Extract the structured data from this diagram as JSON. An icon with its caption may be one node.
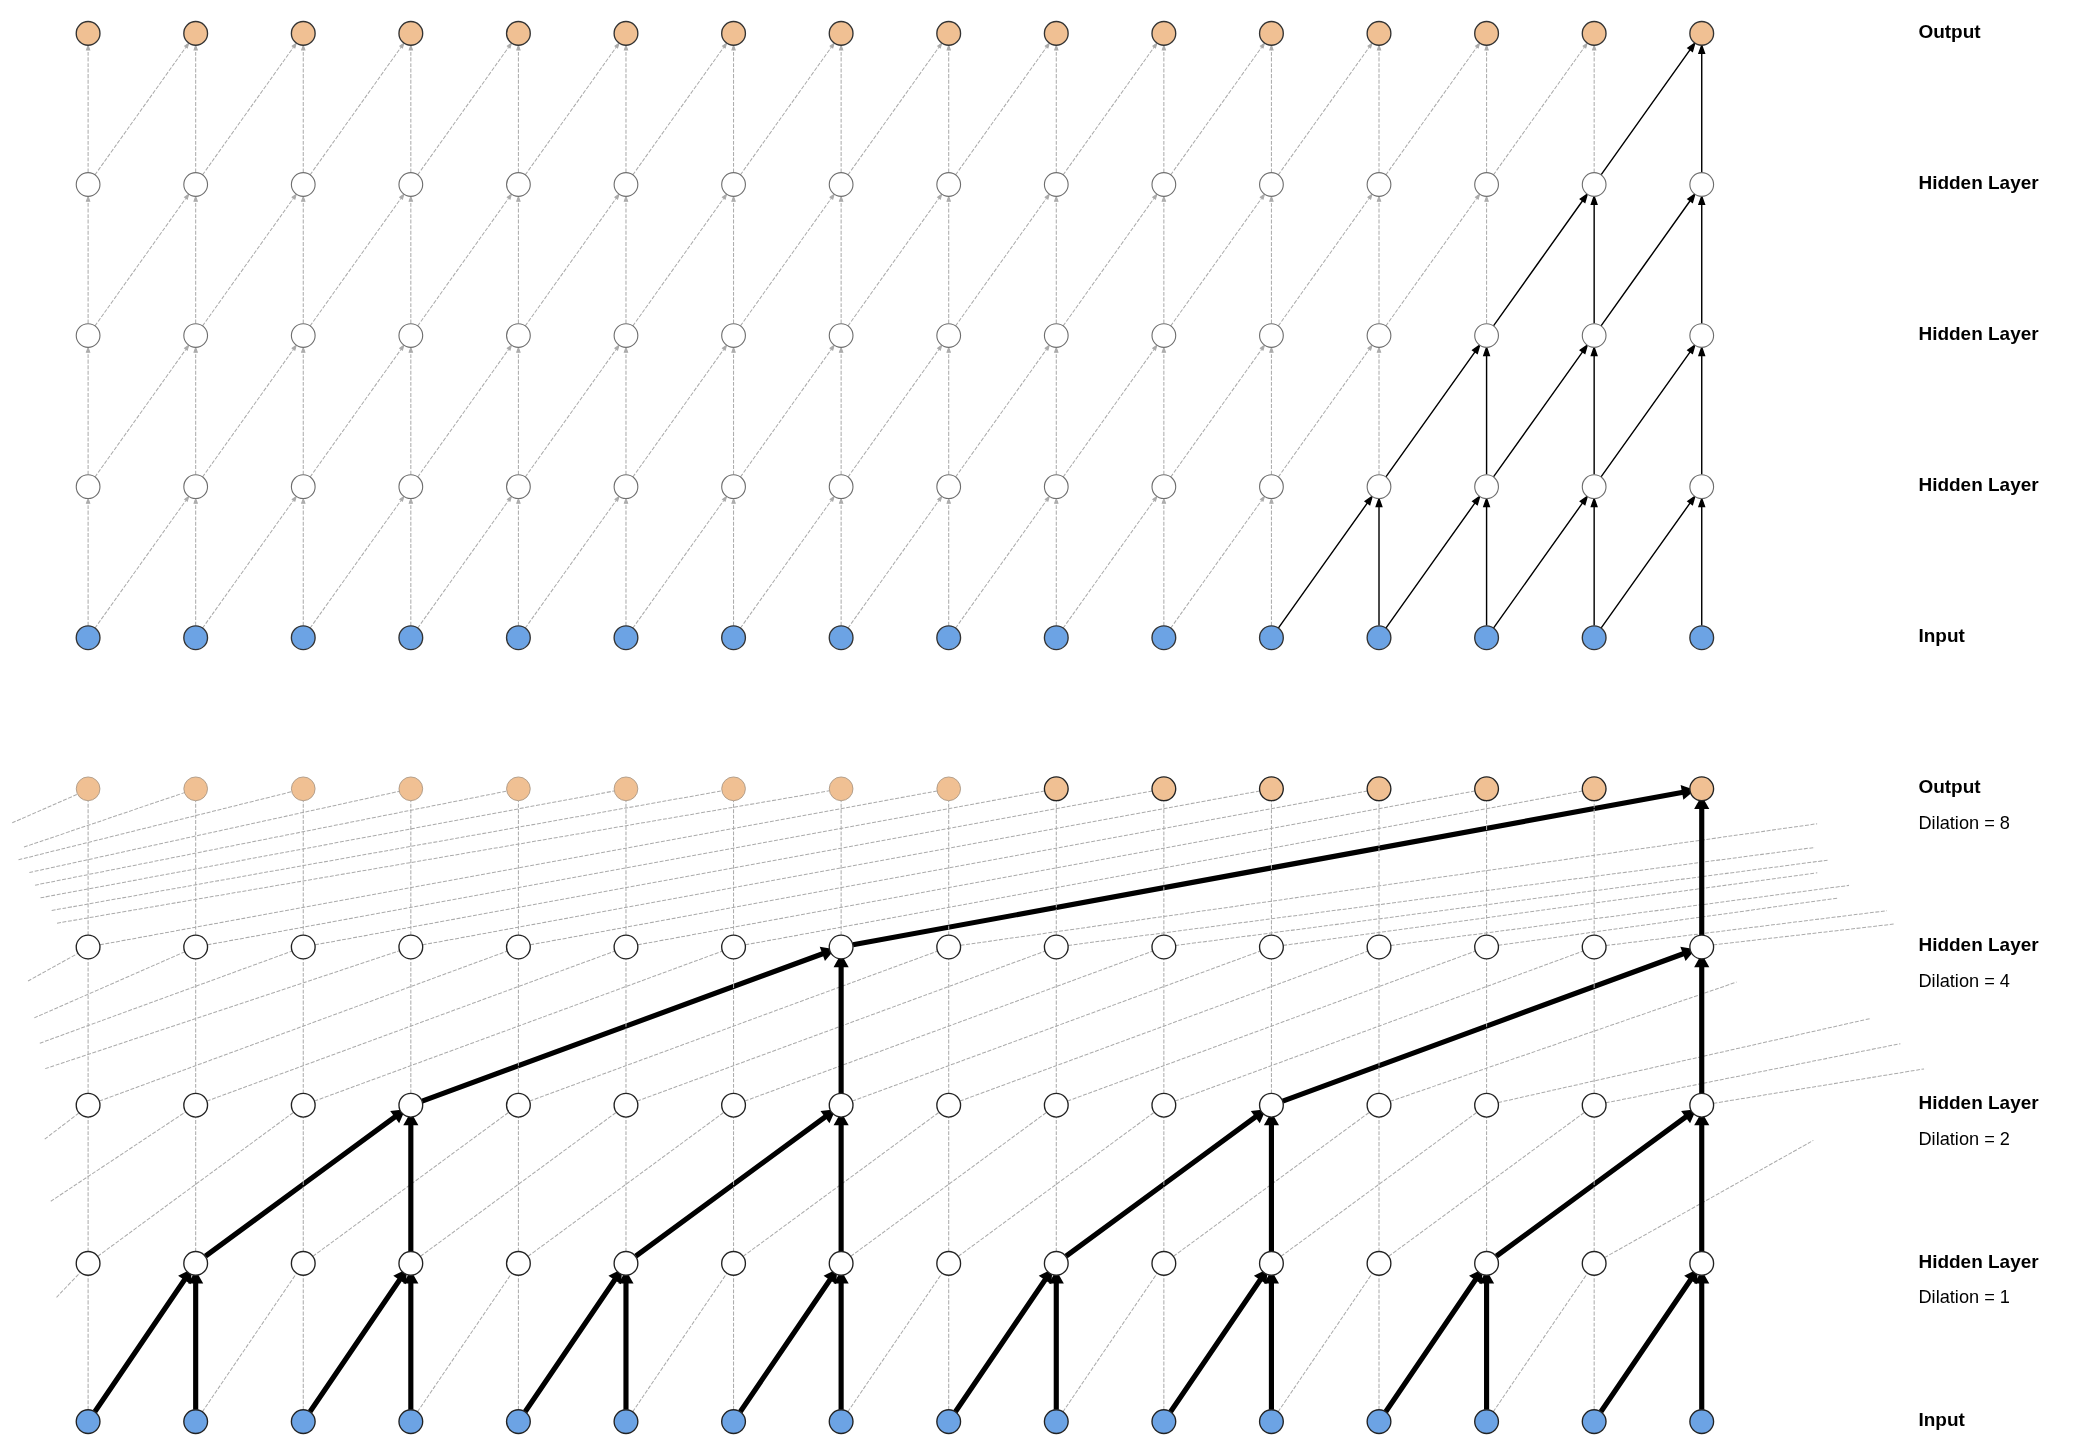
{
  "diagram": {
    "nodes": [
      {
        "text": [],
        "shape": "circle"
      },
      {
        "text": [],
        "shape": "circle"
      },
      {
        "text": [],
        "shape": "circle"
      },
      {
        "text": [],
        "shape": "circle"
      },
      {
        "text": [],
        "shape": "circle"
      },
      {
        "text": [],
        "shape": "circle"
      },
      {
        "text": [],
        "shape": "circle"
      },
      {
        "text": [],
        "shape": "circle"
      },
      {
        "text": [],
        "shape": "circle"
      },
      {
        "text": [],
        "shape": "circle"
      },
      {
        "text": [],
        "shape": "circle"
      },
      {
        "text": [],
        "shape": "circle"
      },
      {
        "text": [],
        "shape": "circle"
      },
      {
        "text": [],
        "shape": "circle"
      },
      {
        "text": [],
        "shape": "circle"
      },
      {
        "text": [],
        "shape": "circle"
      },
      {
        "text": [],
        "shape": "circle"
      },
      {
        "text": [],
        "shape": "circle"
      },
      {
        "text": [],
        "shape": "circle"
      },
      {
        "text": [],
        "shape": "circle"
      },
      {
        "text": [],
        "shape": "circle"
      },
      {
        "text": [],
        "shape": "circle"
      },
      {
        "text": [],
        "shape": "circle"
      },
      {
        "text": [],
        "shape": "circle"
      },
      {
        "text": [],
        "shape": "circle"
      },
      {
        "text": [],
        "shape": "circle"
      },
      {
        "text": [],
        "shape": "circle"
      },
      {
        "text": [],
        "shape": "circle"
      },
      {
        "text": [],
        "shape": "circle"
      },
      {
        "text": [],
        "shape": "circle"
      },
      {
        "text": [],
        "shape": "circle"
      },
      {
        "text": [],
        "shape": "circle"
      },
      {
        "text": [],
        "shape": "circle"
      },
      {
        "text": [],
        "shape": "circle"
      },
      {
        "text": [],
        "shape": "circle"
      },
      {
        "text": [],
        "shape": "circle"
      },
      {
        "text": [],
        "shape": "circle"
      },
      {
        "text": [],
        "shape": "circle"
      },
      {
        "text": [],
        "shape": "circle"
      },
      {
        "text": [],
        "shape": "circle"
      },
      {
        "text": [],
        "shape": "circle"
      },
      {
        "text": [],
        "shape": "circle"
      },
      {
        "text": [],
        "shape": "circle"
      },
      {
        "text": [],
        "shape": "circle"
      },
      {
        "text": [],
        "shape": "circle"
      },
      {
        "text": [],
        "shape": "circle"
      },
      {
        "text": [],
        "shape": "circle"
      },
      {
        "text": [],
        "shape": "circle"
      },
      {
        "text": [],
        "shape": "circle"
      },
      {
        "text": [],
        "shape": "circle"
      },
      {
        "text": [],
        "shape": "circle"
      },
      {
        "text": [],
        "shape": "circle"
      },
      {
        "text": [],
        "shape": "circle"
      },
      {
        "text": [],
        "shape": "circle"
      },
      {
        "text": [],
        "shape": "circle"
      },
      {
        "text": [],
        "shape": "circle"
      },
      {
        "text": [],
        "shape": "circle"
      },
      {
        "text": [],
        "shape": "circle"
      },
      {
        "text": [],
        "shape": "circle"
      },
      {
        "text": [],
        "shape": "circle"
      },
      {
        "text": [],
        "shape": "circle"
      },
      {
        "text": [],
        "shape": "circle"
      },
      {
        "text": [],
        "shape": "circle"
      },
      {
        "text": [],
        "shape": "circle"
      },
      {
        "text": [],
        "shape": "circle"
      },
      {
        "text": [],
        "shape": "circle"
      },
      {
        "text": [],
        "shape": "circle"
      },
      {
        "text": [],
        "shape": "circle"
      },
      {
        "text": [],
        "shape": "circle"
      },
      {
        "text": [],
        "shape": "circle"
      },
      {
        "text": [],
        "shape": "circle"
      },
      {
        "text": [],
        "shape": "circle"
      },
      {
        "text": [],
        "shape": "circle"
      },
      {
        "text": [],
        "shape": "circle"
      },
      {
        "text": [],
        "shape": "circle"
      },
      {
        "text": [],
        "shape": "circle"
      },
      {
        "text": [],
        "shape": "circle"
      },
      {
        "text": [],
        "shape": "circle"
      },
      {
        "text": [],
        "shape": "circle"
      },
      {
        "text": [],
        "shape": "circle"
      },
      {
        "text": [],
        "shape": "circle"
      },
      {
        "text": [],
        "shape": "circle"
      },
      {
        "text": [],
        "shape": "circle"
      },
      {
        "text": [],
        "shape": "circle"
      },
      {
        "text": [],
        "shape": "circle"
      },
      {
        "text": [],
        "shape": "circle"
      },
      {
        "text": [],
        "shape": "circle"
      },
      {
        "text": [],
        "shape": "circle"
      },
      {
        "text": [],
        "shape": "circle"
      },
      {
        "text": [],
        "shape": "circle"
      },
      {
        "text": [],
        "shape": "circle"
      },
      {
        "text": [],
        "shape": "circle"
      },
      {
        "text": [],
        "shape": "circle"
      },
      {
        "text": [],
        "shape": "circle"
      },
      {
        "text": [],
        "shape": "circle"
      },
      {
        "text": [],
        "shape": "circle"
      },
      {
        "text": [],
        "shape": "circle"
      },
      {
        "text": [],
        "shape": "circle"
      },
      {
        "text": [],
        "shape": "circle"
      },
      {
        "text": [],
        "shape": "circle"
      },
      {
        "text": [],
        "shape": "circle"
      },
      {
        "text": [],
        "shape": "circle"
      },
      {
        "text": [],
        "shape": "circle"
      },
      {
        "text": [],
        "shape": "circle"
      },
      {
        "text": [],
        "shape": "circle"
      },
      {
        "text": [],
        "shape": "circle"
      },
      {
        "text": [],
        "shape": "circle"
      },
      {
        "text": [],
        "shape": "circle"
      },
      {
        "text": [],
        "shape": "circle"
      },
      {
        "text": [],
        "shape": "circle"
      },
      {
        "text": [],
        "shape": "circle"
      },
      {
        "text": [],
        "shape": "circle"
      },
      {
        "text": [],
        "shape": "circle"
      },
      {
        "text": [],
        "shape": "circle"
      },
      {
        "text": [],
        "shape": "circle"
      },
      {
        "text": [],
        "shape": "circle"
      },
      {
        "text": [],
        "shape": "circle"
      },
      {
        "text": [],
        "shape": "circle"
      },
      {
        "text": [],
        "shape": "circle"
      },
      {
        "text": [],
        "shape": "circle"
      },
      {
        "text": [],
        "shape": "circle"
      },
      {
        "text": [],
        "shape": "circle"
      },
      {
        "text": [],
        "shape": "circle"
      },
      {
        "text": [],
        "shape": "circle"
      },
      {
        "text": [],
        "shape": "circle"
      },
      {
        "text": [],
        "shape": "circle"
      },
      {
        "text": [],
        "shape": "circle"
      },
      {
        "text": [],
        "shape": "circle"
      },
      {
        "text": [],
        "shape": "circle"
      },
      {
        "text": [],
        "shape": "circle"
      },
      {
        "text": [],
        "shape": "circle"
      },
      {
        "text": [],
        "shape": "circle"
      },
      {
        "text": [],
        "shape": "circle"
      },
      {
        "text": [],
        "shape": "circle"
      },
      {
        "text": [],
        "shape": "circle"
      },
      {
        "text": [],
        "shape": "circle"
      },
      {
        "text": [],
        "shape": "circle"
      },
      {
        "text": [],
        "shape": "circle"
      },
      {
        "text": [],
        "shape": "circle"
      },
      {
        "text": [],
        "shape": "circle"
      },
      {
        "text": [],
        "shape": "circle"
      },
      {
        "text": [],
        "shape": "circle"
      },
      {
        "text": [],
        "shape": "circle"
      },
      {
        "text": [],
        "shape": "circle"
      },
      {
        "text": [],
        "shape": "circle"
      },
      {
        "text": [],
        "shape": "circle"
      },
      {
        "text": [],
        "shape": "circle"
      },
      {
        "text": [],
        "shape": "circle"
      },
      {
        "text": [],
        "shape": "circle"
      },
      {
        "text": [],
        "shape": "circle"
      },
      {
        "text": [],
        "shape": "circle"
      },
      {
        "text": [],
        "shape": "circle"
      },
      {
        "text": [],
        "shape": "circle"
      },
      {
        "text": [],
        "shape": "circle"
      },
      {
        "text": [],
        "shape": "circle"
      },
      {
        "text": [],
        "shape": "circle"
      },
      {
        "text": [],
        "shape": "circle"
      },
      {
        "text": [],
        "shape": "circle"
      },
      {
        "text": [],
        "shape": "circle"
      },
      {
        "text": [],
        "shape": "circle"
      }
    ],
    "edges": [
      {
        "from": 64,
        "to": 48,
        "arrow": "to",
        "style": "dashed"
      },
      {
        "from": 65,
        "to": 49,
        "arrow": "to",
        "style": "dashed"
      },
      {
        "from": 66,
        "to": 50,
        "arrow": "to",
        "style": "dashed"
      },
      {
        "from": 67,
        "to": 51,
        "arrow": "to",
        "style": "dashed"
      },
      {
        "from": 68,
        "to": 52,
        "arrow": "to",
        "style": "dashed"
      },
      {
        "from": 69,
        "to": 53,
        "arrow": "to",
        "style": "dashed"
      },
      {
        "from": 70,
        "to": 54,
        "arrow": "to",
        "style": "dashed"
      },
      {
        "from": 71,
        "to": 55,
        "arrow": "to",
        "style": "dashed"
      },
      {
        "from": 72,
        "to": 56,
        "arrow": "to",
        "style": "dashed"
      },
      {
        "from": 73,
        "to": 57,
        "arrow": "to",
        "style": "dashed"
      },
      {
        "from": 74,
        "to": 58,
        "arrow": "to",
        "style": "dashed"
      },
      {
        "from": 75,
        "to": 59,
        "arrow": "to",
        "style": "dashed"
      },
      {
        "from": 76,
        "to": 60,
        "arrow": "to",
        "color": "#000000"
      },
      {
        "from": 77,
        "to": 61,
        "arrow": "to",
        "color": "#000000"
      },
      {
        "from": 78,
        "to": 62,
        "arrow": "to",
        "color": "#000000"
      },
      {
        "from": 79,
        "to": 63,
        "arrow": "to",
        "color": "#000000"
      },
      {
        "from": 64,
        "to": 49,
        "arrow": "to",
        "style": "dashed"
      },
      {
        "from": 65,
        "to": 50,
        "arrow": "to",
        "style": "dashed"
      },
      {
        "from": 66,
        "to": 51,
        "arrow": "to",
        "style": "dashed"
      },
      {
        "from": 67,
        "to": 52,
        "arrow": "to",
        "style": "dashed"
      },
      {
        "from": 68,
        "to": 53,
        "arrow": "to",
        "style": "dashed"
      },
      {
        "from": 69,
        "to": 54,
        "arrow": "to",
        "style": "dashed"
      },
      {
        "from": 70,
        "to": 55,
        "arrow": "to",
        "style": "dashed"
      },
      {
        "from": 71,
        "to": 56,
        "arrow": "to",
        "style": "dashed"
      },
      {
        "from": 72,
        "to": 57,
        "arrow": "to",
        "style": "dashed"
      },
      {
        "from": 73,
        "to": 58,
        "arrow": "to",
        "style": "dashed"
      },
      {
        "from": 74,
        "to": 59,
        "arrow": "to",
        "style": "dashed"
      },
      {
        "from": 75,
        "to": 60,
        "arrow": "to",
        "color": "#000000"
      },
      {
        "from": 76,
        "to": 61,
        "arrow": "to",
        "color": "#000000"
      },
      {
        "from": 77,
        "to": 62,
        "arrow": "to",
        "color": "#000000"
      },
      {
        "from": 78,
        "to": 63,
        "arrow": "to",
        "color": "#000000"
      },
      {
        "from": 48,
        "to": 32,
        "arrow": "to",
        "style": "dashed"
      },
      {
        "from": 49,
        "to": 33,
        "arrow": "to",
        "style": "dashed"
      },
      {
        "from": 50,
        "to": 34,
        "arrow": "to",
        "style": "dashed"
      },
      {
        "from": 51,
        "to": 35,
        "arrow": "to",
        "style": "dashed"
      },
      {
        "from": 52,
        "to": 36,
        "arrow": "to",
        "style": "dashed"
      },
      {
        "from": 53,
        "to": 37,
        "arrow": "to",
        "style": "dashed"
      },
      {
        "from": 54,
        "to": 38,
        "arrow": "to",
        "style": "dashed"
      },
      {
        "from": 55,
        "to": 39,
        "arrow": "to",
        "style": "dashed"
      },
      {
        "from": 56,
        "to": 40,
        "arrow": "to",
        "style": "dashed"
      },
      {
        "from": 57,
        "to": 41,
        "arrow": "to",
        "style": "dashed"
      },
      {
        "from": 58,
        "to": 42,
        "arrow": "to",
        "style": "dashed"
      },
      {
        "from": 59,
        "to": 43,
        "arrow": "to",
        "style": "dashed"
      },
      {
        "from": 60,
        "to": 44,
        "arrow": "to",
        "style": "dashed"
      },
      {
        "from": 61,
        "to": 45,
        "arrow": "to",
        "color": "#000000"
      },
      {
        "from": 62,
        "to": 46,
        "arrow": "to",
        "color": "#000000"
      },
      {
        "from": 63,
        "to": 47,
        "arrow": "to",
        "color": "#000000"
      },
      {
        "from": 48,
        "to": 33,
        "arrow": "to",
        "style": "dashed"
      },
      {
        "from": 49,
        "to": 34,
        "arrow": "to",
        "style": "dashed"
      },
      {
        "from": 50,
        "to": 35,
        "arrow": "to",
        "style": "dashed"
      },
      {
        "from": 51,
        "to": 36,
        "arrow": "to",
        "style": "dashed"
      },
      {
        "from": 52,
        "to": 37,
        "arrow": "to",
        "style": "dashed"
      },
      {
        "from": 53,
        "to": 38,
        "arrow": "to",
        "style": "dashed"
      },
      {
        "from": 54,
        "to": 39,
        "arrow": "to",
        "style": "dashed"
      },
      {
        "from": 55,
        "to": 40,
        "arrow": "to",
        "style": "dashed"
      },
      {
        "from": 56,
        "to": 41,
        "arrow": "to",
        "style": "dashed"
      },
      {
        "from": 57,
        "to": 42,
        "arrow": "to",
        "style": "dashed"
      },
      {
        "from": 58,
        "to": 43,
        "arrow": "to",
        "style": "dashed"
      },
      {
        "from": 59,
        "to": 44,
        "arrow": "to",
        "style": "dashed"
      },
      {
        "from": 60,
        "to": 45,
        "arrow": "to",
        "color": "#000000"
      },
      {
        "from": 61,
        "to": 46,
        "arrow": "to",
        "color": "#000000"
      },
      {
        "from": 62,
        "to": 47,
        "arrow": "to",
        "color": "#000000"
      },
      {
        "from": 32,
        "to": 16,
        "arrow": "to",
        "style": "dashed"
      },
      {
        "from": 33,
        "to": 17,
        "arrow": "to",
        "style": "dashed"
      },
      {
        "from": 34,
        "to": 18,
        "arrow": "to",
        "style": "dashed"
      },
      {
        "from": 35,
        "to": 19,
        "arrow": "to",
        "style": "dashed"
      },
      {
        "from": 36,
        "to": 20,
        "arrow": "to",
        "style": "dashed"
      },
      {
        "from": 37,
        "to": 21,
        "arrow": "to",
        "style": "dashed"
      },
      {
        "from": 38,
        "to": 22,
        "arrow": "to",
        "style": "dashed"
      },
      {
        "from": 39,
        "to": 23,
        "arrow": "to",
        "style": "dashed"
      },
      {
        "from": 40,
        "to": 24,
        "arrow": "to",
        "style": "dashed"
      },
      {
        "from": 41,
        "to": 25,
        "arrow": "to",
        "style": "dashed"
      },
      {
        "from": 42,
        "to": 26,
        "arrow": "to",
        "style": "dashed"
      },
      {
        "from": 43,
        "to": 27,
        "arrow": "to",
        "style": "dashed"
      },
      {
        "from": 44,
        "to": 28,
        "arrow": "to",
        "style": "dashed"
      },
      {
        "from": 45,
        "to": 29,
        "arrow": "to",
        "style": "dashed"
      },
      {
        "from": 46,
        "to": 30,
        "arrow": "to",
        "color": "#000000"
      },
      {
        "from": 47,
        "to": 31,
        "arrow": "to",
        "color": "#000000"
      },
      {
        "from": 32,
        "to": 17,
        "arrow": "to",
        "style": "dashed"
      },
      {
        "from": 33,
        "to": 18,
        "arrow": "to",
        "style": "dashed"
      },
      {
        "from": 34,
        "to": 19,
        "arrow": "to",
        "style": "dashed"
      },
      {
        "from": 35,
        "to": 20,
        "arrow": "to",
        "style": "dashed"
      },
      {
        "from": 36,
        "to": 21,
        "arrow": "to",
        "style": "dashed"
      },
      {
        "from": 37,
        "to": 22,
        "arrow": "to",
        "style": "dashed"
      },
      {
        "from": 38,
        "to": 23,
        "arrow": "to",
        "style": "dashed"
      },
      {
        "from": 39,
        "to": 24,
        "arrow": "to",
        "style": "dashed"
      },
      {
        "from": 40,
        "to": 25,
        "arrow": "to",
        "style": "dashed"
      },
      {
        "from": 41,
        "to": 26,
        "arrow": "to",
        "style": "dashed"
      },
      {
        "from": 42,
        "to": 27,
        "arrow": "to",
        "style": "dashed"
      },
      {
        "from": 43,
        "to": 28,
        "arrow": "to",
        "style": "dashed"
      },
      {
        "from": 44,
        "to": 29,
        "arrow": "to",
        "style": "dashed"
      },
      {
        "from": 45,
        "to": 30,
        "arrow": "to",
        "color": "#000000"
      },
      {
        "from": 46,
        "to": 31,
        "arrow": "to",
        "color": "#000000"
      },
      {
        "from": 16,
        "to": 0,
        "arrow": "to",
        "style": "dashed"
      },
      {
        "from": 17,
        "to": 1,
        "arrow": "to",
        "style": "dashed"
      },
      {
        "from": 18,
        "to": 2,
        "arrow": "to",
        "style": "dashed"
      },
      {
        "from": 19,
        "to": 3,
        "arrow": "to",
        "style": "dashed"
      },
      {
        "from": 20,
        "to": 4,
        "arrow": "to",
        "style": "dashed"
      },
      {
        "from": 21,
        "to": 5,
        "arrow": "to",
        "style": "dashed"
      },
      {
        "from": 22,
        "to": 6,
        "arrow": "to",
        "style": "dashed"
      },
      {
        "from": 23,
        "to": 7,
        "arrow": "to",
        "style": "dashed"
      },
      {
        "from": 24,
        "to": 8,
        "arrow": "to",
        "style": "dashed"
      },
      {
        "from": 25,
        "to": 9,
        "arrow": "to",
        "style": "dashed"
      },
      {
        "from": 26,
        "to": 10,
        "arrow": "to",
        "style": "dashed"
      },
      {
        "from": 27,
        "to": 11,
        "arrow": "to",
        "style": "dashed"
      },
      {
        "from": 28,
        "to": 12,
        "arrow": "to",
        "style": "dashed"
      },
      {
        "from": 29,
        "to": 13,
        "arrow": "to",
        "style": "dashed"
      },
      {
        "from": 30,
        "to": 14,
        "arrow": "to",
        "style": "dashed"
      },
      {
        "from": 31,
        "to": 15,
        "arrow": "to",
        "color": "#000000"
      },
      {
        "from": 16,
        "to": 1,
        "arrow": "to",
        "style": "dashed"
      },
      {
        "from": 17,
        "to": 2,
        "arrow": "to",
        "style": "dashed"
      },
      {
        "from": 18,
        "to": 3,
        "arrow": "to",
        "style": "dashed"
      },
      {
        "from": 19,
        "to": 4,
        "arrow": "to",
        "style": "dashed"
      },
      {
        "from": 20,
        "to": 5,
        "arrow": "to",
        "style": "dashed"
      },
      {
        "from": 21,
        "to": 6,
        "arrow": "to",
        "style": "dashed"
      },
      {
        "from": 22,
        "to": 7,
        "arrow": "to",
        "style": "dashed"
      },
      {
        "from": 23,
        "to": 8,
        "arrow": "to",
        "style": "dashed"
      },
      {
        "from": 24,
        "to": 9,
        "arrow": "to",
        "style": "dashed"
      },
      {
        "from": 25,
        "to": 10,
        "arrow": "to",
        "style": "dashed"
      },
      {
        "from": 26,
        "to": 11,
        "arrow": "to",
        "style": "dashed"
      },
      {
        "from": 27,
        "to": 12,
        "arrow": "to",
        "style": "dashed"
      },
      {
        "from": 28,
        "to": 13,
        "arrow": "to",
        "style": "dashed"
      },
      {
        "from": 29,
        "to": 14,
        "arrow": "to",
        "style": "dashed"
      },
      {
        "from": 30,
        "to": 15,
        "arrow": "to",
        "color": "#000000"
      },
      {
        "from": 144,
        "to": 128,
        "arrow": "none",
        "style": "dashed"
      },
      {
        "from": 145,
        "to": 129,
        "arrow": "to",
        "style": "thick",
        "color": "#000000"
      },
      {
        "from": 146,
        "to": 130,
        "arrow": "none",
        "style": "dashed"
      },
      {
        "from": 147,
        "to": 131,
        "arrow": "to",
        "style": "thick",
        "color": "#000000"
      },
      {
        "from": 148,
        "to": 132,
        "arrow": "none",
        "style": "dashed"
      },
      {
        "from": 149,
        "to": 133,
        "arrow": "to",
        "style": "thick",
        "color": "#000000"
      },
      {
        "from": 150,
        "to": 134,
        "arrow": "none",
        "style": "dashed"
      },
      {
        "from": 151,
        "to": 135,
        "arrow": "to",
        "style": "thick",
        "color": "#000000"
      },
      {
        "from": 152,
        "to": 136,
        "arrow": "none",
        "style": "dashed"
      },
      {
        "from": 153,
        "to": 137,
        "arrow": "to",
        "style": "thick",
        "color": "#000000"
      },
      {
        "from": 154,
        "to": 138,
        "arrow": "none",
        "style": "dashed"
      },
      {
        "from": 155,
        "to": 139,
        "arrow": "to",
        "style": "thick",
        "color": "#000000"
      },
      {
        "from": 156,
        "to": 140,
        "arrow": "none",
        "style": "dashed"
      },
      {
        "from": 157,
        "to": 141,
        "arrow": "to",
        "style": "thick",
        "color": "#000000"
      },
      {
        "from": 158,
        "to": 142,
        "arrow": "none",
        "style": "dashed"
      },
      {
        "from": 159,
        "to": 143,
        "arrow": "to",
        "style": "thick",
        "color": "#000000"
      },
      {
        "from": 144,
        "to": 129,
        "arrow": "to",
        "style": "thick",
        "color": "#000000"
      },
      {
        "from": 145,
        "to": 130,
        "arrow": "none",
        "style": "dashed"
      },
      {
        "from": 146,
        "to": 131,
        "arrow": "to",
        "style": "thick",
        "color": "#000000"
      },
      {
        "from": 147,
        "to": 132,
        "arrow": "none",
        "style": "dashed"
      },
      {
        "from": 148,
        "to": 133,
        "arrow": "to",
        "style": "thick",
        "color": "#000000"
      },
      {
        "from": 149,
        "to": 134,
        "arrow": "none",
        "style": "dashed"
      },
      {
        "from": 150,
        "to": 135,
        "arrow": "to",
        "style": "thick",
        "color": "#000000"
      },
      {
        "from": 151,
        "to": 136,
        "arrow": "none",
        "style": "dashed"
      },
      {
        "from": 152,
        "to": 137,
        "arrow": "to",
        "style": "thick",
        "color": "#000000"
      },
      {
        "from": 153,
        "to": 138,
        "arrow": "none",
        "style": "dashed"
      },
      {
        "from": 154,
        "to": 139,
        "arrow": "to",
        "style": "thick",
        "color": "#000000"
      },
      {
        "from": 155,
        "to": 140,
        "arrow": "none",
        "style": "dashed"
      },
      {
        "from": 156,
        "to": 141,
        "arrow": "to",
        "style": "thick",
        "color": "#000000"
      },
      {
        "from": 157,
        "to": 142,
        "arrow": "none",
        "style": "dashed"
      },
      {
        "from": 158,
        "to": 143,
        "arrow": "to",
        "style": "thick",
        "color": "#000000"
      },
      {
        "from": null,
        "to": 128,
        "arrow": "none",
        "style": "dashed"
      },
      {
        "from": 128,
        "to": 112,
        "arrow": "none",
        "style": "dashed"
      },
      {
        "from": 129,
        "to": 113,
        "arrow": "none",
        "style": "dashed"
      },
      {
        "from": 130,
        "to": 114,
        "arrow": "none",
        "style": "dashed"
      },
      {
        "from": 131,
        "to": 115,
        "arrow": "to",
        "style": "thick",
        "color": "#000000"
      },
      {
        "from": 132,
        "to": 116,
        "arrow": "none",
        "style": "dashed"
      },
      {
        "from": 133,
        "to": 117,
        "arrow": "none",
        "style": "dashed"
      },
      {
        "from": 134,
        "to": 118,
        "arrow": "none",
        "style": "dashed"
      },
      {
        "from": 135,
        "to": 119,
        "arrow": "to",
        "style": "thick",
        "color": "#000000"
      },
      {
        "from": 136,
        "to": 120,
        "arrow": "none",
        "style": "dashed"
      },
      {
        "from": 137,
        "to": 121,
        "arrow": "none",
        "style": "dashed"
      },
      {
        "from": 138,
        "to": 122,
        "arrow": "none",
        "style": "dashed"
      },
      {
        "from": 139,
        "to": 123,
        "arrow": "to",
        "style": "thick",
        "color": "#000000"
      },
      {
        "from": 140,
        "to": 124,
        "arrow": "none",
        "style": "dashed"
      },
      {
        "from": 141,
        "to": 125,
        "arrow": "none",
        "style": "dashed"
      },
      {
        "from": 142,
        "to": 126,
        "arrow": "none",
        "style": "dashed"
      },
      {
        "from": 143,
        "to": 127,
        "arrow": "to",
        "style": "thick",
        "color": "#000000"
      },
      {
        "from": 128,
        "to": 114,
        "arrow": "none",
        "style": "dashed"
      },
      {
        "from": 129,
        "to": 115,
        "arrow": "to",
        "style": "thick",
        "color": "#000000"
      },
      {
        "from": 130,
        "to": 116,
        "arrow": "none",
        "style": "dashed"
      },
      {
        "from": 131,
        "to": 117,
        "arrow": "none",
        "style": "dashed"
      },
      {
        "from": 132,
        "to": 118,
        "arrow": "none",
        "style": "dashed"
      },
      {
        "from": 133,
        "to": 119,
        "arrow": "to",
        "style": "thick",
        "color": "#000000"
      },
      {
        "from": 134,
        "to": 120,
        "arrow": "none",
        "style": "dashed"
      },
      {
        "from": 135,
        "to": 121,
        "arrow": "none",
        "style": "dashed"
      },
      {
        "from": 136,
        "to": 122,
        "arrow": "none",
        "style": "dashed"
      },
      {
        "from": 137,
        "to": 123,
        "arrow": "to",
        "style": "thick",
        "color": "#000000"
      },
      {
        "from": 138,
        "to": 124,
        "arrow": "none",
        "style": "dashed"
      },
      {
        "from": 139,
        "to": 125,
        "arrow": "none",
        "style": "dashed"
      },
      {
        "from": 140,
        "to": 126,
        "arrow": "none",
        "style": "dashed"
      },
      {
        "from": 141,
        "to": 127,
        "arrow": "to",
        "style": "thick",
        "color": "#000000"
      },
      {
        "from": null,
        "to": 112,
        "arrow": "none",
        "style": "dashed"
      },
      {
        "from": null,
        "to": 113,
        "arrow": "none",
        "style": "dashed"
      },
      {
        "from": 142,
        "to": null,
        "arrow": "none",
        "style": "dashed"
      },
      {
        "from": 112,
        "to": 96,
        "arrow": "none",
        "style": "dashed"
      },
      {
        "from": 113,
        "to": 97,
        "arrow": "none",
        "style": "dashed"
      },
      {
        "from": 114,
        "to": 98,
        "arrow": "none",
        "style": "dashed"
      },
      {
        "from": 115,
        "to": 99,
        "arrow": "none",
        "style": "dashed"
      },
      {
        "from": 116,
        "to": 100,
        "arrow": "none",
        "style": "dashed"
      },
      {
        "from": 117,
        "to": 101,
        "arrow": "none",
        "style": "dashed"
      },
      {
        "from": 118,
        "to": 102,
        "arrow": "none",
        "style": "dashed"
      },
      {
        "from": 119,
        "to": 103,
        "arrow": "to",
        "style": "thick",
        "color": "#000000"
      },
      {
        "from": 120,
        "to": 104,
        "arrow": "none",
        "style": "dashed"
      },
      {
        "from": 121,
        "to": 105,
        "arrow": "none",
        "style": "dashed"
      },
      {
        "from": 122,
        "to": 106,
        "arrow": "none",
        "style": "dashed"
      },
      {
        "from": 123,
        "to": 107,
        "arrow": "none",
        "style": "dashed"
      },
      {
        "from": 124,
        "to": 108,
        "arrow": "none",
        "style": "dashed"
      },
      {
        "from": 125,
        "to": 109,
        "arrow": "none",
        "style": "dashed"
      },
      {
        "from": 126,
        "to": 110,
        "arrow": "none",
        "style": "dashed"
      },
      {
        "from": 127,
        "to": 111,
        "arrow": "to",
        "style": "thick",
        "color": "#000000"
      },
      {
        "from": 112,
        "to": 100,
        "arrow": "none",
        "style": "dashed"
      },
      {
        "from": 113,
        "to": 101,
        "arrow": "none",
        "style": "dashed"
      },
      {
        "from": 114,
        "to": 102,
        "arrow": "none",
        "style": "dashed"
      },
      {
        "from": 115,
        "to": 103,
        "arrow": "to",
        "style": "thick",
        "color": "#000000"
      },
      {
        "from": 116,
        "to": 104,
        "arrow": "none",
        "style": "dashed"
      },
      {
        "from": 117,
        "to": 105,
        "arrow": "none",
        "style": "dashed"
      },
      {
        "from": 118,
        "to": 106,
        "arrow": "none",
        "style": "dashed"
      },
      {
        "from": 119,
        "to": 107,
        "arrow": "none",
        "style": "dashed"
      },
      {
        "from": 120,
        "to": 108,
        "arrow": "none",
        "style": "dashed"
      },
      {
        "from": 121,
        "to": 109,
        "arrow": "none",
        "style": "dashed"
      },
      {
        "from": 122,
        "to": 110,
        "arrow": "none",
        "style": "dashed"
      },
      {
        "from": 123,
        "to": 111,
        "arrow": "to",
        "style": "thick",
        "color": "#000000"
      },
      {
        "from": null,
        "to": 96,
        "arrow": "none",
        "style": "dashed"
      },
      {
        "from": null,
        "to": 97,
        "arrow": "none",
        "style": "dashed"
      },
      {
        "from": null,
        "to": 98,
        "arrow": "none",
        "style": "dashed"
      },
      {
        "from": null,
        "to": 99,
        "arrow": "none",
        "style": "dashed"
      },
      {
        "from": 124,
        "to": null,
        "arrow": "none",
        "style": "dashed"
      },
      {
        "from": 125,
        "to": null,
        "arrow": "none",
        "style": "dashed"
      },
      {
        "from": 126,
        "to": null,
        "arrow": "none",
        "style": "dashed"
      },
      {
        "from": 127,
        "to": null,
        "arrow": "none",
        "style": "dashed"
      },
      {
        "from": 96,
        "to": 80,
        "arrow": "none",
        "style": "dashed"
      },
      {
        "from": 97,
        "to": 81,
        "arrow": "none",
        "style": "dashed"
      },
      {
        "from": 98,
        "to": 82,
        "arrow": "none",
        "style": "dashed"
      },
      {
        "from": 99,
        "to": 83,
        "arrow": "none",
        "style": "dashed"
      },
      {
        "from": 100,
        "to": 84,
        "arrow": "none",
        "style": "dashed"
      },
      {
        "from": 101,
        "to": 85,
        "arrow": "none",
        "style": "dashed"
      },
      {
        "from": 102,
        "to": 86,
        "arrow": "none",
        "style": "dashed"
      },
      {
        "from": 103,
        "to": 87,
        "arrow": "none",
        "style": "dashed"
      },
      {
        "from": 104,
        "to": 88,
        "arrow": "none",
        "style": "dashed"
      },
      {
        "from": 105,
        "to": 89,
        "arrow": "none",
        "style": "dashed"
      },
      {
        "from": 106,
        "to": 90,
        "arrow": "none",
        "style": "dashed"
      },
      {
        "from": 107,
        "to": 91,
        "arrow": "none",
        "style": "dashed"
      },
      {
        "from": 108,
        "to": 92,
        "arrow": "none",
        "style": "dashed"
      },
      {
        "from": 109,
        "to": 93,
        "arrow": "none",
        "style": "dashed"
      },
      {
        "from": 110,
        "to": 94,
        "arrow": "none",
        "style": "dashed"
      },
      {
        "from": 111,
        "to": 95,
        "arrow": "to",
        "style": "thick",
        "color": "#000000"
      },
      {
        "from": 96,
        "to": 88,
        "arrow": "none",
        "style": "dashed"
      },
      {
        "from": 97,
        "to": 89,
        "arrow": "none",
        "style": "dashed"
      },
      {
        "from": 98,
        "to": 90,
        "arrow": "none",
        "style": "dashed"
      },
      {
        "from": 99,
        "to": 91,
        "arrow": "none",
        "style": "dashed"
      },
      {
        "from": 100,
        "to": 92,
        "arrow": "none",
        "style": "dashed"
      },
      {
        "from": 101,
        "to": 93,
        "arrow": "none",
        "style": "dashed"
      },
      {
        "from": 102,
        "to": 94,
        "arrow": "none",
        "style": "dashed"
      },
      {
        "from": 103,
        "to": 95,
        "arrow": "to",
        "style": "thick",
        "color": "#000000"
      },
      {
        "from": null,
        "to": 80,
        "arrow": "none",
        "style": "dashed"
      },
      {
        "from": null,
        "to": 81,
        "arrow": "none",
        "style": "dashed"
      },
      {
        "from": null,
        "to": 82,
        "arrow": "none",
        "style": "dashed"
      },
      {
        "from": null,
        "to": 83,
        "arrow": "none",
        "style": "dashed"
      },
      {
        "from": null,
        "to": 84,
        "arrow": "none",
        "style": "dashed"
      },
      {
        "from": null,
        "to": 85,
        "arrow": "none",
        "style": "dashed"
      },
      {
        "from": null,
        "to": 86,
        "arrow": "none",
        "style": "dashed"
      },
      {
        "from": null,
        "to": 87,
        "arrow": "none",
        "style": "dashed"
      },
      {
        "from": 104,
        "to": null,
        "arrow": "none",
        "style": "dashed"
      },
      {
        "from": 105,
        "to": null,
        "arrow": "none",
        "style": "dashed"
      },
      {
        "from": 106,
        "to": null,
        "arrow": "none",
        "style": "dashed"
      },
      {
        "from": 107,
        "to": null,
        "arrow": "none",
        "style": "dashed"
      },
      {
        "from": 108,
        "to": null,
        "arrow": "none",
        "style": "dashed"
      },
      {
        "from": 109,
        "to": null,
        "arrow": "none",
        "style": "dashed"
      },
      {
        "from": 110,
        "to": null,
        "arrow": "none",
        "style": "dashed"
      },
      {
        "from": 111,
        "to": null,
        "arrow": "none",
        "style": "dashed"
      }
    ],
    "labels": [
      "Output",
      "Hidden Layer",
      "Hidden Layer",
      "Hidden Layer",
      "Input",
      "Output",
      "Dilation = 8",
      "Hidden Layer",
      "Dilation = 4",
      "Hidden Layer",
      "Dilation = 2",
      "Hidden Layer",
      "Dilation = 1",
      "Input"
    ]
  }
}
